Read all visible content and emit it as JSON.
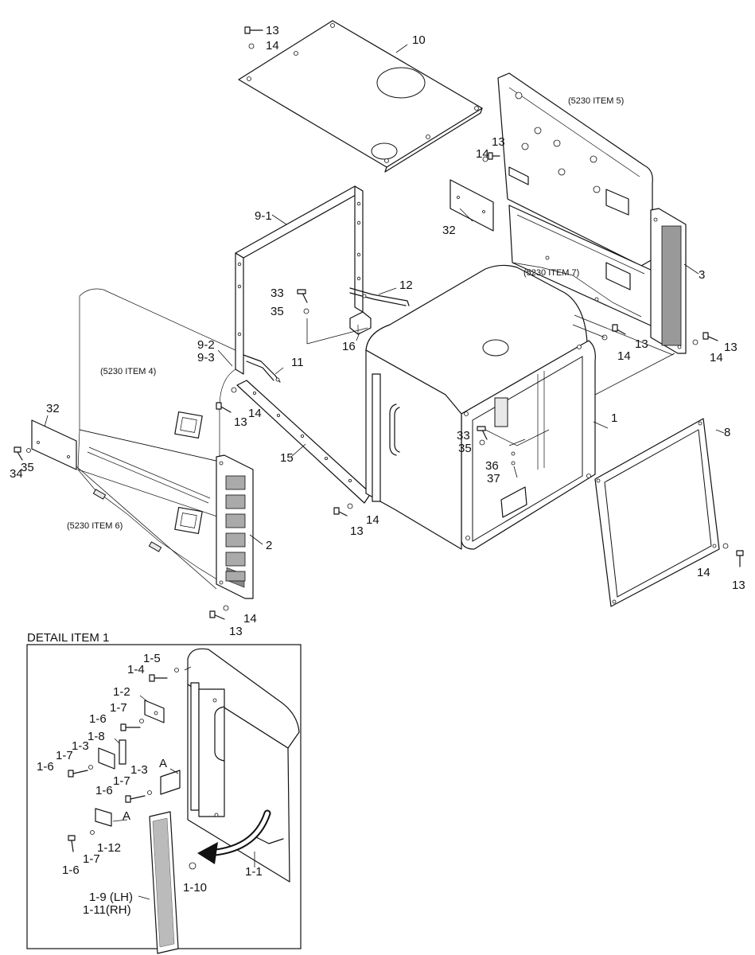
{
  "diagram": {
    "references": {
      "item5": "(5230 ITEM 5)",
      "item4": "(5230 ITEM 4)",
      "item6": "(5230 ITEM 6)",
      "item7": "(5230 ITEM 7)"
    },
    "callouts": {
      "c10": "10",
      "c13a": "13",
      "c14a": "14",
      "c91": "9-1",
      "c92": "9-2",
      "c93": "9-3",
      "c11": "11",
      "c12": "12",
      "c16": "16",
      "c33a": "33",
      "c35a": "35",
      "c32a": "32",
      "c32b": "32",
      "c34": "34",
      "c35b": "35",
      "c13b": "13",
      "c14b": "14",
      "c13c": "13",
      "c14c": "14",
      "c15": "15",
      "c13d": "13",
      "c14d": "14",
      "c13e": "13",
      "c14e": "14",
      "c2": "2",
      "c13f": "13",
      "c14f": "14",
      "c3": "3",
      "c13g": "13",
      "c14g": "14",
      "c1": "1",
      "c33b": "33",
      "c35c": "35",
      "c36": "36",
      "c37": "37",
      "c8": "8",
      "c13h": "13",
      "c14h": "14"
    },
    "detail": {
      "title": "DETAIL ITEM 1",
      "labels": {
        "d15": "1-5",
        "d14": "1-4",
        "d12": "1-2",
        "d17a": "1-7",
        "d16a": "1-6",
        "d18": "1-8",
        "d13a": "1-3",
        "d17b": "1-7",
        "d16b": "1-6",
        "d13b": "1-3",
        "d17c": "1-7",
        "d16c": "1-6",
        "dA1": "A",
        "dA2": "A",
        "d112": "1-12",
        "d16d": "1-6",
        "d17d": "1-7",
        "d19": "1-9 (LH)",
        "d111": "1-11(RH)",
        "d110": "1-10",
        "d11": "1-1"
      }
    }
  }
}
